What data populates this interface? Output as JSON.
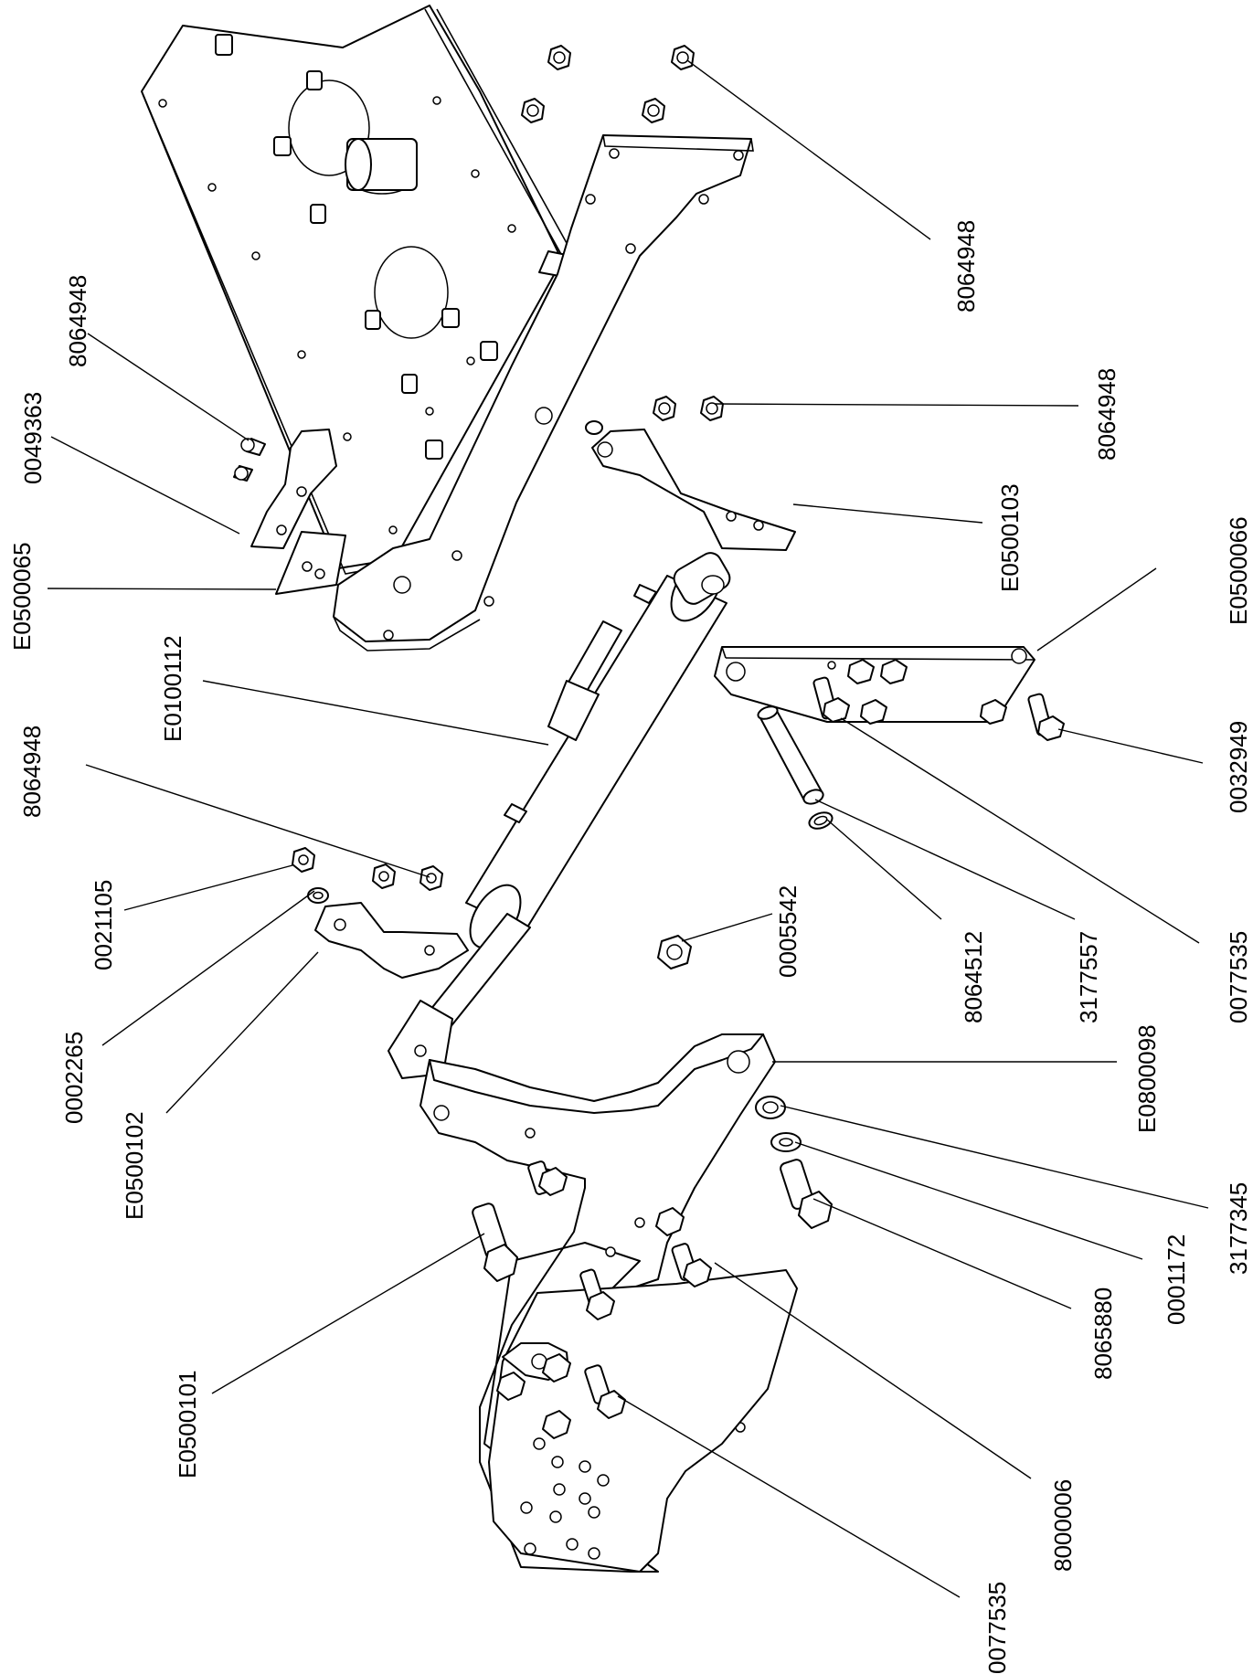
{
  "callouts": [
    {
      "id": "c1",
      "part_number": "8064948"
    },
    {
      "id": "c2",
      "part_number": "8064948"
    },
    {
      "id": "c3",
      "part_number": "0049363"
    },
    {
      "id": "c4",
      "part_number": "E0500065"
    },
    {
      "id": "c5",
      "part_number": "8064948"
    },
    {
      "id": "c6",
      "part_number": "E0500103"
    },
    {
      "id": "c7",
      "part_number": "E0100112"
    },
    {
      "id": "c8",
      "part_number": "E0500066"
    },
    {
      "id": "c9",
      "part_number": "8064948"
    },
    {
      "id": "c10",
      "part_number": "0032949"
    },
    {
      "id": "c11",
      "part_number": "0021105"
    },
    {
      "id": "c12",
      "part_number": "0005542"
    },
    {
      "id": "c13",
      "part_number": "8064512"
    },
    {
      "id": "c14",
      "part_number": "3177557"
    },
    {
      "id": "c15",
      "part_number": "0077535"
    },
    {
      "id": "c16",
      "part_number": "0002265"
    },
    {
      "id": "c17",
      "part_number": "E0500102"
    },
    {
      "id": "c18",
      "part_number": "E0800098"
    },
    {
      "id": "c19",
      "part_number": "3177345"
    },
    {
      "id": "c20",
      "part_number": "0001172"
    },
    {
      "id": "c21",
      "part_number": "8065880"
    },
    {
      "id": "c22",
      "part_number": "E0500101"
    },
    {
      "id": "c23",
      "part_number": "8000006"
    },
    {
      "id": "c24",
      "part_number": "0077535"
    }
  ]
}
